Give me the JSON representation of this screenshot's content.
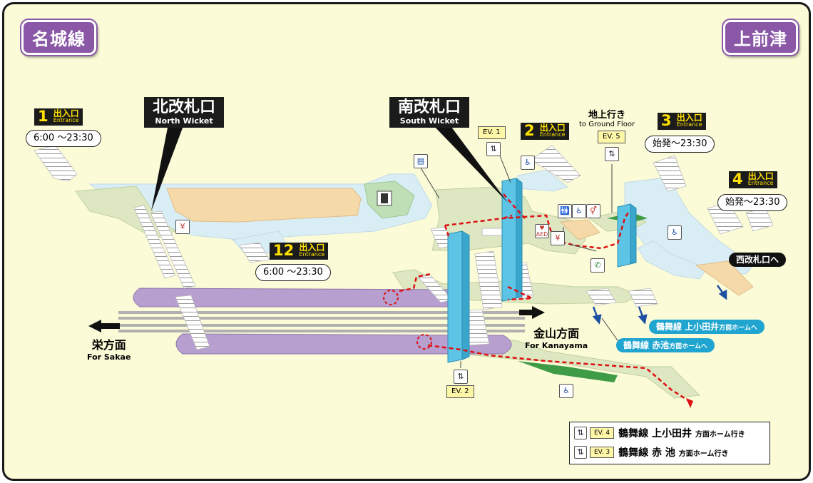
{
  "line_name": "名城線",
  "station_name": "上前津",
  "wickets": {
    "north": {
      "jp": "北改札口",
      "en": "North Wicket"
    },
    "south": {
      "jp": "南改札口",
      "en": "South Wicket"
    }
  },
  "entrances": [
    {
      "num": "1",
      "jp": "出入口",
      "en": "Entrance",
      "hours": "6:00 〜23:30"
    },
    {
      "num": "2",
      "jp": "出入口",
      "en": "Entrance",
      "hours": ""
    },
    {
      "num": "3",
      "jp": "出入口",
      "en": "Entrance",
      "hours": "始発〜23:30"
    },
    {
      "num": "4",
      "jp": "出入口",
      "en": "Entrance",
      "hours": "始発〜23:30"
    },
    {
      "num": "12",
      "jp": "出入口",
      "en": "Entrance",
      "hours": "6:00 〜23:30"
    }
  ],
  "elevators": {
    "ev1": "EV. 1",
    "ev2": "EV. 2",
    "ev5": "EV. 5"
  },
  "ground_floor": {
    "jp": "地上行き",
    "en": "to Ground Floor"
  },
  "directions": {
    "sakae": {
      "jp": "栄方面",
      "en": "For Sakae"
    },
    "kanayama": {
      "jp": "金山方面",
      "en": "For Kanayama"
    }
  },
  "transfers": {
    "west_wicket": "西改札口へ",
    "kamiotai": {
      "main": "鶴舞線 上小田井",
      "small": "方面ホームへ"
    },
    "akaike": {
      "main": "鶴舞線 赤池",
      "small": "方面ホームへ"
    }
  },
  "legend": [
    {
      "ev": "EV. 4",
      "main": "鶴舞線 上小田井",
      "small": "方面ホーム行き"
    },
    {
      "ev": "EV. 3",
      "main": "鶴舞線 赤 池",
      "small": "方面ホーム行き"
    }
  ],
  "icons": {
    "aed_label": "AED"
  },
  "colors": {
    "line_purple": "#8a58a6",
    "platform": "#b79fcf",
    "concourse": "#dde8c3",
    "corridor": "#d9edf5",
    "elevator": "#5ec4e6",
    "route": "#dd1111",
    "transfer_pill": "#1fa5cf"
  }
}
